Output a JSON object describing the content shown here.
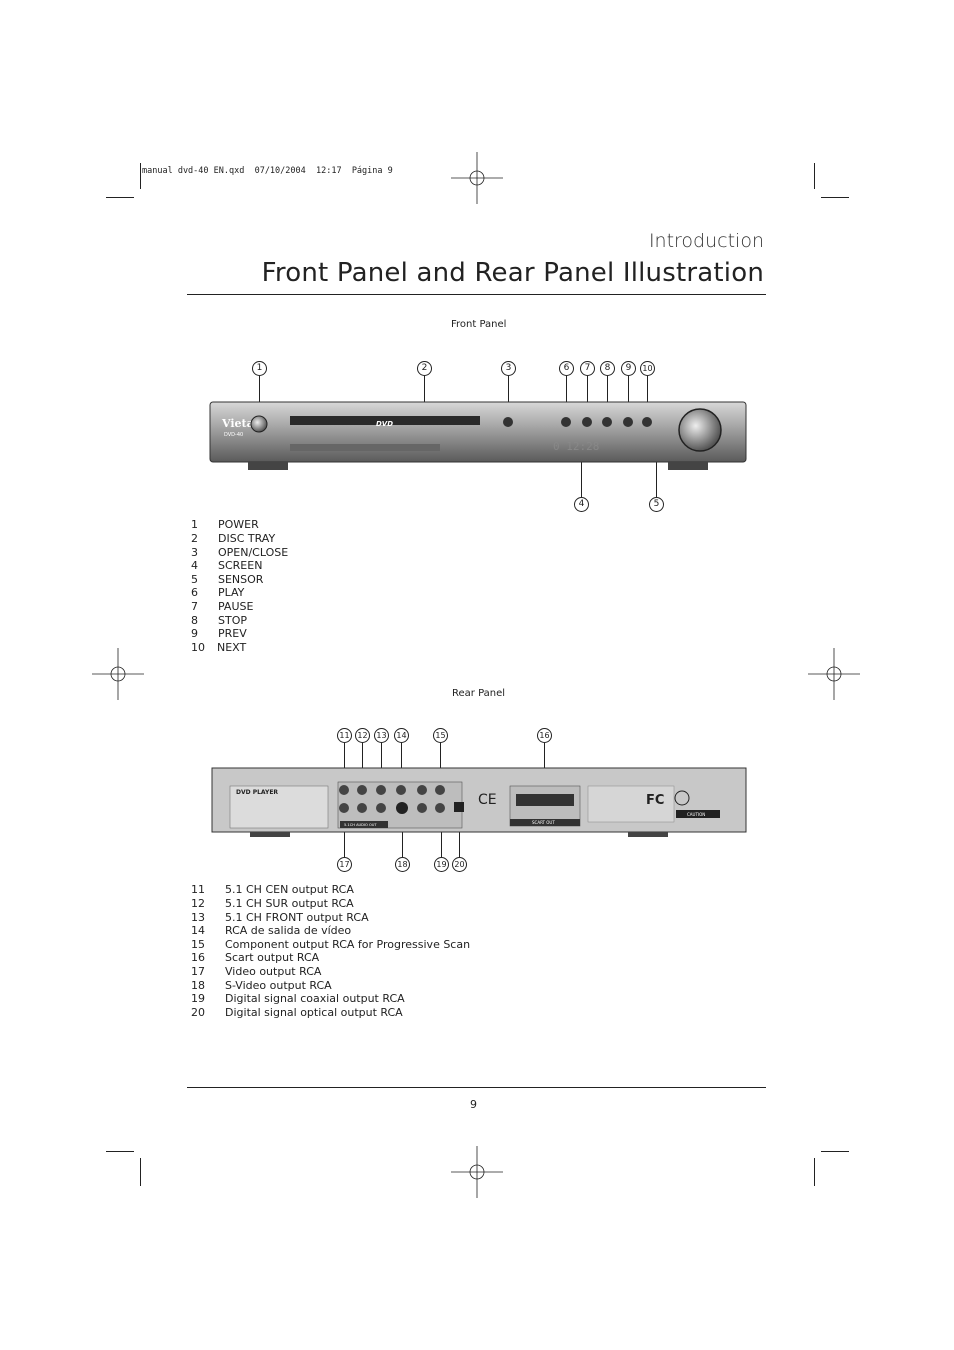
{
  "slug": "manual dvd-40 EN.qxd  07/10/2004  12:17  Página 9",
  "header": {
    "section": "Introduction",
    "title": "Front Panel and Rear Panel Illustration"
  },
  "front": {
    "caption": "Front Panel",
    "callouts": [
      "1",
      "2",
      "3",
      "6",
      "7",
      "8",
      "9",
      "10",
      "4",
      "5"
    ],
    "items": [
      {
        "num": "1",
        "label": "POWER"
      },
      {
        "num": "2",
        "label": "DISC TRAY"
      },
      {
        "num": "3",
        "label": "OPEN/CLOSE"
      },
      {
        "num": "4",
        "label": "SCREEN"
      },
      {
        "num": "5",
        "label": "SENSOR"
      },
      {
        "num": "6",
        "label": "PLAY"
      },
      {
        "num": "7",
        "label": "PAUSE"
      },
      {
        "num": "8",
        "label": "STOP"
      },
      {
        "num": "9",
        "label": "PREV"
      },
      {
        "num": "10",
        "label": "NEXT"
      }
    ],
    "device": {
      "brand": "Vieta",
      "model": "DVD-40",
      "disc_logo": "DVD",
      "display": "0 12:28"
    }
  },
  "rear": {
    "caption": "Rear Panel",
    "callouts": [
      "11",
      "12",
      "13",
      "14",
      "15",
      "16",
      "17",
      "18",
      "19",
      "20"
    ],
    "items": [
      {
        "num": "11",
        "label": "5.1 CH CEN output RCA"
      },
      {
        "num": "12",
        "label": "5.1 CH SUR output RCA"
      },
      {
        "num": "13",
        "label": "5.1 CH FRONT output RCA"
      },
      {
        "num": "14",
        "label": "RCA de salida de vídeo"
      },
      {
        "num": "15",
        "label": "Component output RCA for Progressive Scan"
      },
      {
        "num": "16",
        "label": "Scart output RCA"
      },
      {
        "num": "17",
        "label": "Video output RCA"
      },
      {
        "num": "18",
        "label": "S-Video output RCA"
      },
      {
        "num": "19",
        "label": "Digital signal coaxial output RCA"
      },
      {
        "num": "20",
        "label": "Digital signal optical output RCA"
      }
    ],
    "device": {
      "label_plate": "DVD PLAYER",
      "audio_out": "5.1CH AUDIO OUT",
      "scart": "SCART OUT",
      "ce": "CE",
      "fc": "FC",
      "caution": "CAUTION"
    }
  },
  "page_number": "9"
}
